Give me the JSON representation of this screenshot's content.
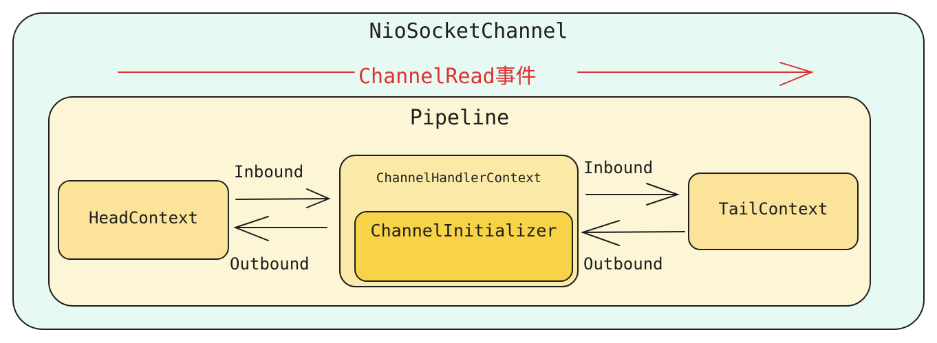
{
  "diagram": {
    "channel_title": "NioSocketChannel",
    "event_label": "ChannelRead事件",
    "pipeline_title": "Pipeline",
    "head_context": "HeadContext",
    "tail_context": "TailContext",
    "handler_context_title": "ChannelHandlerContext",
    "initializer": "ChannelInitializer",
    "left_inbound_label": "Inbound",
    "left_outbound_label": "Outbound",
    "right_inbound_label": "Inbound",
    "right_outbound_label": "Outbound"
  },
  "colors": {
    "outer_fill": "#e6f9f3",
    "pipeline_fill": "#fdf6d6",
    "context_fill": "#fbe9a7",
    "node_fill": "#fbe39a",
    "initializer_fill": "#f8d247",
    "event_color": "#e03131",
    "stroke": "#1e1e1e"
  }
}
